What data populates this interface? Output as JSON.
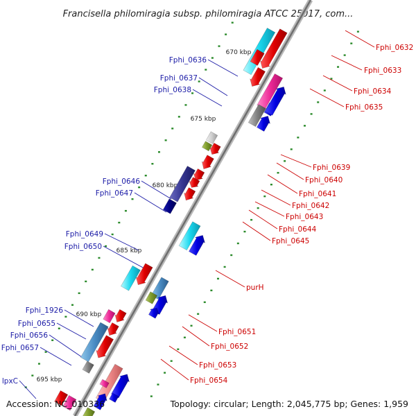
{
  "title": "Francisella philomiragia subsp. philomiragia ATCC 25017, com...",
  "footer": {
    "accession": "Accession: NC_010336",
    "topology": "Topology: circular; Length: 2,045,775 bp; Genes: 1,959"
  },
  "kbp_ticks": [
    "670 kbp",
    "675 kbp",
    "680 kbp",
    "685 kbp",
    "690 kbp",
    "695 kbp"
  ],
  "left_labels": [
    "Fphi_0636",
    "Fphi_0637",
    "Fphi_0638",
    "Fphi_0646",
    "Fphi_0647",
    "Fphi_0649",
    "Fphi_0650",
    "Fphi_1926",
    "Fphi_0655",
    "Fphi_0656",
    "Fphi_0657",
    "lpxC"
  ],
  "right_labels": [
    "Fphi_0632",
    "Fphi_0633",
    "Fphi_0634",
    "Fphi_0635",
    "Fphi_0639",
    "Fphi_0640",
    "Fphi_0641",
    "Fphi_0642",
    "Fphi_0643",
    "Fphi_0644",
    "Fphi_0645",
    "purH",
    "Fphi_0651",
    "Fphi_0652",
    "Fphi_0653",
    "Fphi_0654"
  ],
  "colors": {
    "backbone": "#8a8a8a",
    "reverse_strand": "#0000ee",
    "forward_strand": "#ee0000",
    "left_label": "#1a1aa6",
    "right_label": "#cc0000",
    "tick_dots": "#2a8a2a"
  }
}
